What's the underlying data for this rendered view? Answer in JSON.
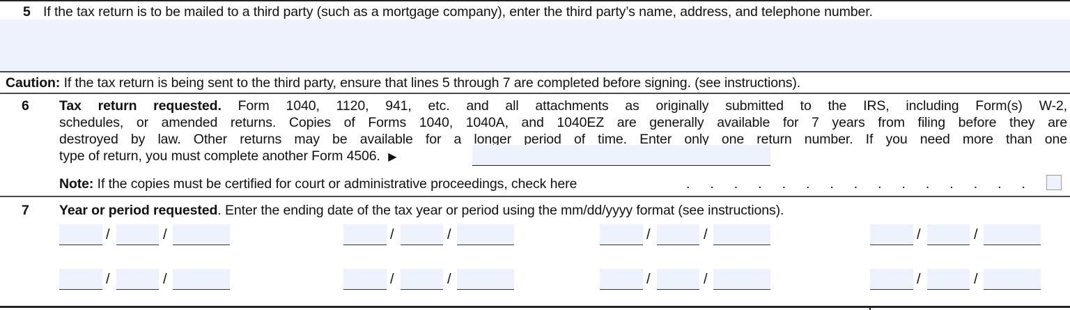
{
  "line5": {
    "number": "5",
    "text": "If the tax return is to be mailed to a third party (such as a mortgage company), enter the third party’s name, address, and telephone number.",
    "field_value": ""
  },
  "caution": {
    "label": "Caution:",
    "text": " If the tax return is being sent to the third party, ensure that lines 5 through 7 are completed before signing. (see instructions)."
  },
  "line6": {
    "number": "6",
    "title": "Tax return requested.",
    "lines": [
      " Form 1040, 1120, 941, etc. and all attachments as originally submitted to the IRS, including Form(s) W-2,",
      "schedules, or amended returns. Copies of Forms 1040, 1040A, and 1040EZ are generally available for 7 years from filing before they are",
      "destroyed by law. Other returns may be available for a longer period of time. Enter only one return number. If you need more than one",
      "type of return, you must complete another Form 4506."
    ],
    "arrow": "▶",
    "return_number_value": "",
    "note_label": "Note:",
    "note_text": " If the copies must be certified for court or administrative proceedings, check here",
    "leader_dots": ".",
    "certified_checked": false
  },
  "line7": {
    "number": "7",
    "title": "Year or period requested",
    "text": ". Enter the ending date of the tax year or period using the mm/dd/yyyy format (see instructions).",
    "separator": "/",
    "dates": [
      {
        "mm": "",
        "dd": "",
        "yyyy": ""
      },
      {
        "mm": "",
        "dd": "",
        "yyyy": ""
      },
      {
        "mm": "",
        "dd": "",
        "yyyy": ""
      },
      {
        "mm": "",
        "dd": "",
        "yyyy": ""
      },
      {
        "mm": "",
        "dd": "",
        "yyyy": ""
      },
      {
        "mm": "",
        "dd": "",
        "yyyy": ""
      },
      {
        "mm": "",
        "dd": "",
        "yyyy": ""
      },
      {
        "mm": "",
        "dd": "",
        "yyyy": ""
      }
    ]
  },
  "colors": {
    "field_fill": "#eef2fc",
    "rule": "#4a4a4a",
    "text": "#111111",
    "checkbox_border": "#9a9a9a"
  }
}
